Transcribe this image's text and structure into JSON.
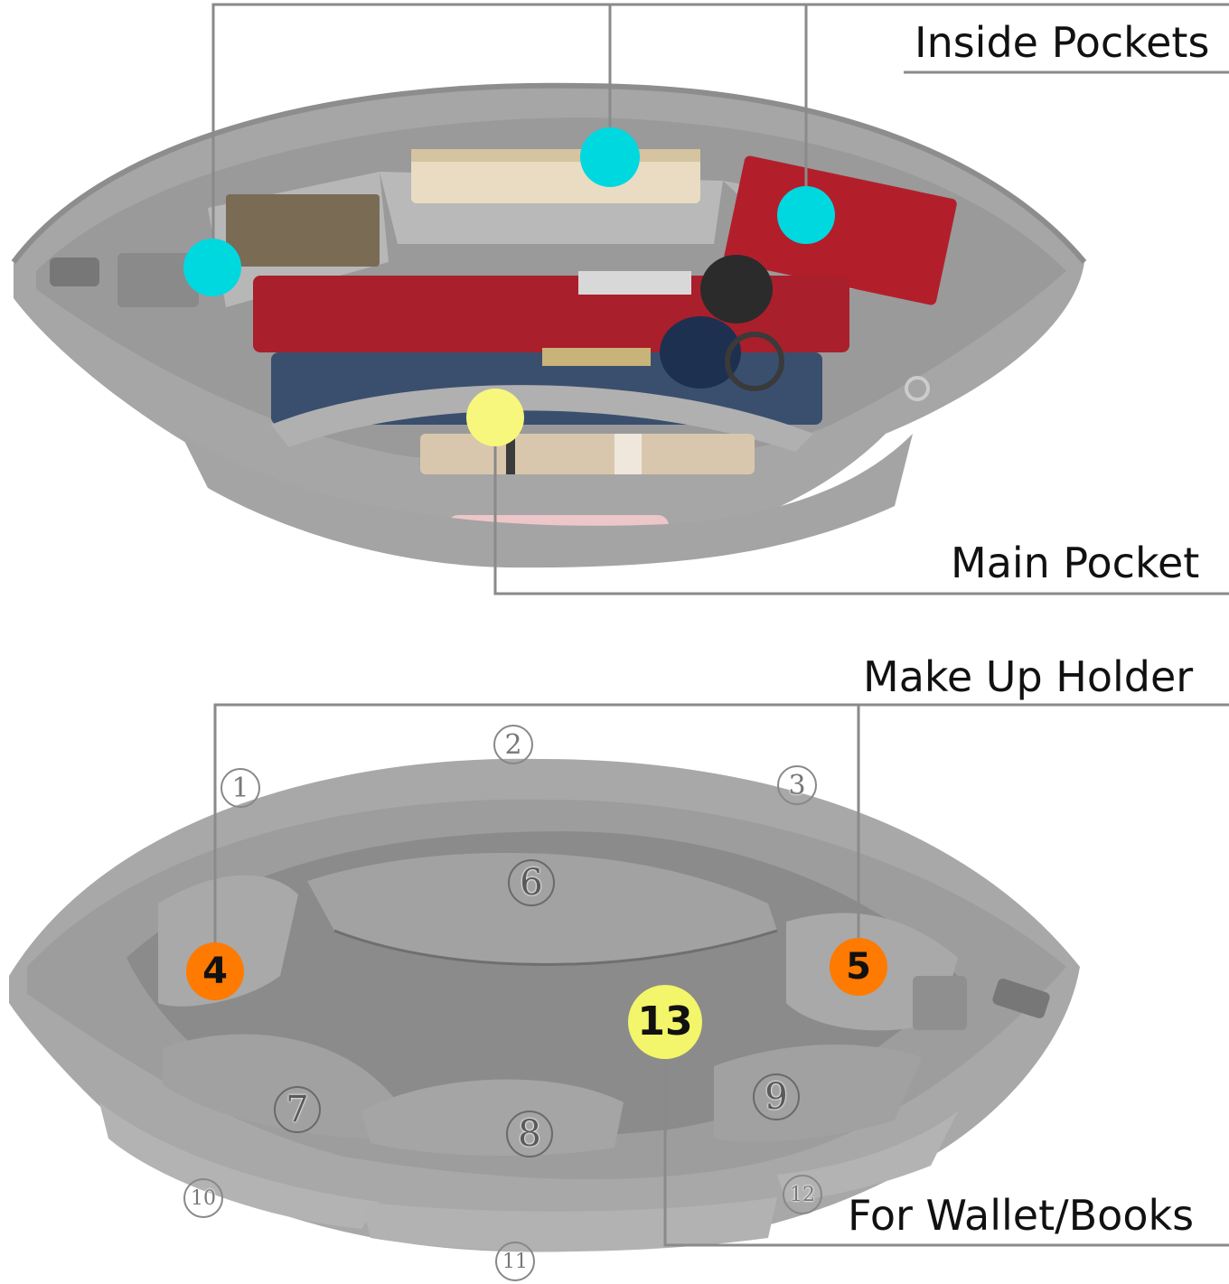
{
  "labels": {
    "inside_pockets": "Inside Pockets",
    "main_pocket": "Main Pocket",
    "make_up_holder": "Make Up Holder",
    "for_wallet_books": "For Wallet/Books"
  },
  "markers": {
    "n1": "1",
    "n2": "2",
    "n3": "3",
    "n4": "4",
    "n5": "5",
    "n6": "6",
    "n7": "7",
    "n8": "8",
    "n9": "9",
    "n10": "10",
    "n11": "11",
    "n12": "12",
    "n13": "13"
  },
  "colors": {
    "cyan_dot": "#00d8e0",
    "yellow_dot": "#f6f77c",
    "orange_badge": "#ff7a00",
    "yellow_badge": "#f3f56a",
    "leader_line": "#8a8a8a",
    "felt_gray": "#a9a9a9",
    "lining_gray": "#8e8e8e"
  }
}
